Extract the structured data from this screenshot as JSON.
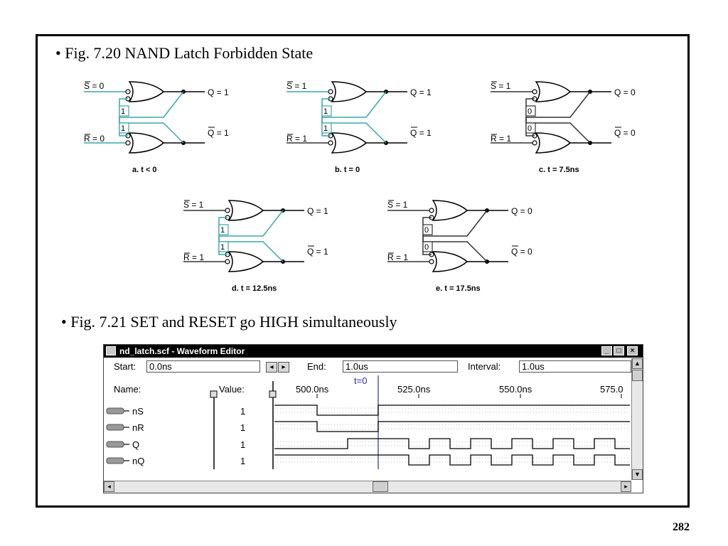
{
  "slide": {
    "bullet1": "• Fig. 7.20  NAND Latch Forbidden State",
    "bullet2": "• Fig. 7.21  SET and RESET go HIGH simultaneously",
    "page_number": "282"
  },
  "colors": {
    "cyan": "#3aa6a8",
    "dark": "#333333",
    "marker": "#2b2bb0"
  },
  "latch_figures": [
    {
      "s_label": "S = 0",
      "r_label": "R = 0",
      "q_label": "Q = 1",
      "qbar_label": "Q = 1",
      "box_top": "1",
      "box_bottom": "1",
      "caption": "a. t < 0"
    },
    {
      "s_label": "S = 1",
      "r_label": "R = 1",
      "q_label": "Q = 1",
      "qbar_label": "Q = 1",
      "box_top": "1",
      "box_bottom": "1",
      "caption": "b. t = 0"
    },
    {
      "s_label": "S = 1",
      "r_label": "R = 1",
      "q_label": "Q = 0",
      "qbar_label": "Q = 0",
      "box_top": "0",
      "box_bottom": "0",
      "caption": "c. t = 7.5ns"
    },
    {
      "s_label": "S = 1",
      "r_label": "R = 1",
      "q_label": "Q = 1",
      "qbar_label": "Q = 1",
      "box_top": "1",
      "box_bottom": "1",
      "caption": "d. t = 12.5ns"
    },
    {
      "s_label": "S = 1",
      "r_label": "R = 1",
      "q_label": "Q = 0",
      "qbar_label": "Q = 0",
      "box_top": "0",
      "box_bottom": "0",
      "caption": "e. t = 17.5ns"
    }
  ],
  "waveform_editor": {
    "title": "nd_latch.scf - Waveform Editor",
    "start_label": "Start:",
    "start_value": "0.0ns",
    "end_label": "End:",
    "end_value": "1.0us",
    "interval_label": "Interval:",
    "interval_value": "1.0us",
    "name_header": "Name:",
    "value_header": "Value:",
    "time_ticks": [
      "500.0ns",
      "525.0ns",
      "550.0ns",
      "575.0"
    ],
    "marker_label": "t=0",
    "signals": [
      {
        "name": "nS",
        "value": "1",
        "kind": "input"
      },
      {
        "name": "nR",
        "value": "1",
        "kind": "input"
      },
      {
        "name": "Q",
        "value": "1",
        "kind": "output"
      },
      {
        "name": "nQ",
        "value": "1",
        "kind": "output"
      }
    ]
  }
}
